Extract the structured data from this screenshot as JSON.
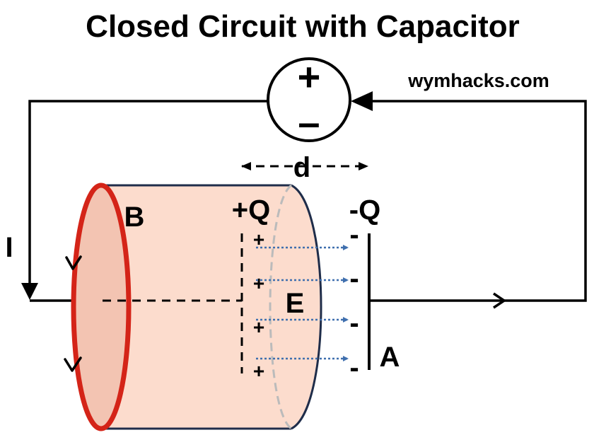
{
  "title": "Closed Circuit with Capacitor",
  "watermark": "wymhacks.com",
  "battery": {
    "plus": "+",
    "minus": "–"
  },
  "labels": {
    "current": "I",
    "magnetic_field": "B",
    "gap": "d",
    "positive_charge": "+Q",
    "negative_charge": "-Q",
    "electric_field": "E",
    "area": "A"
  },
  "plate_signs": {
    "positive": "+",
    "negative": "-"
  },
  "colors": {
    "cylinder_fill": "#fcdccd",
    "cylinder_face": "#f3c4b2",
    "loop": "#d42418",
    "field_arrows": "#3f6fae",
    "dashed_back": "#bbbbbb",
    "wire": "#000000"
  }
}
